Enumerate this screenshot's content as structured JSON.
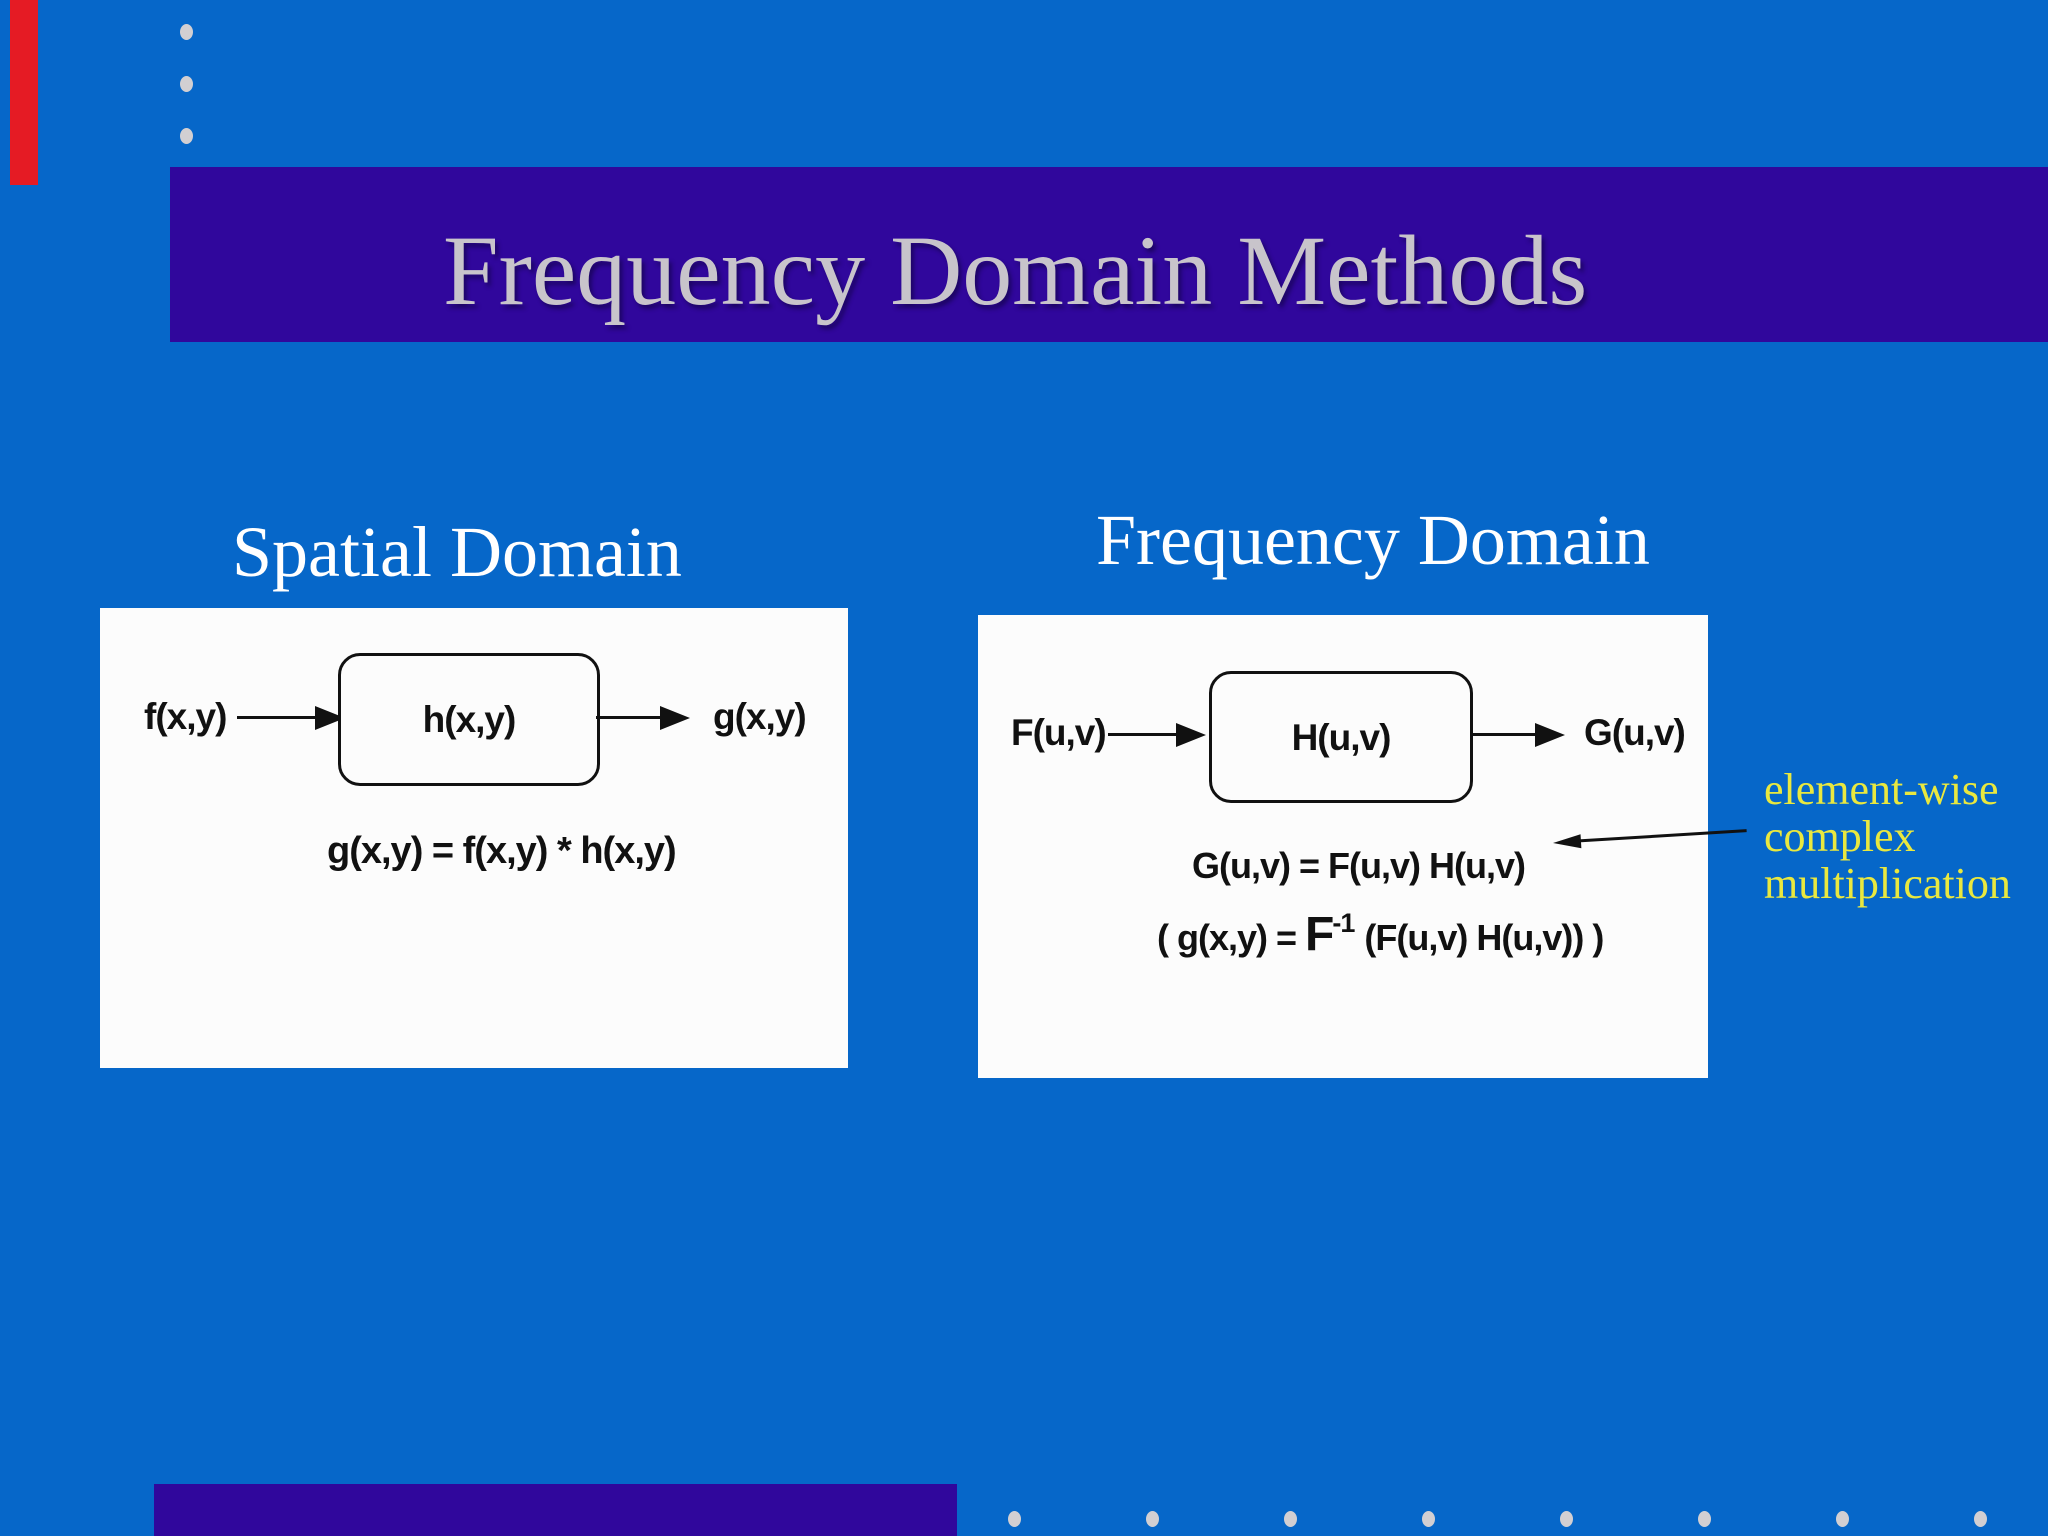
{
  "slide": {
    "title": "Frequency Domain Methods",
    "left_section": {
      "heading": "Spatial Domain",
      "diagram": {
        "input": "f(x,y)",
        "block": "h(x,y)",
        "output": "g(x,y)"
      },
      "formula": "g(x,y) = f(x,y) * h(x,y)"
    },
    "right_section": {
      "heading": "Frequency Domain",
      "diagram": {
        "input": "F(u,v)",
        "block": "H(u,v)",
        "output": "G(u,v)"
      },
      "formula_1": "G(u,v) = F(u,v) H(u,v)",
      "formula_2_prefix": "( g(x,y) = ",
      "formula_2_operator": "F",
      "formula_2_superscript": "-1",
      "formula_2_suffix": " (F(u,v) H(u,v)) )"
    },
    "annotation": {
      "line1": "element-wise",
      "line2": "complex",
      "line3": "multiplication"
    }
  },
  "decor": {
    "top_dot_count": 3,
    "bottom_dot_count": 8
  },
  "colors": {
    "background": "#0667c9",
    "title_bar": "#30079c",
    "title_text": "#c8c4cb",
    "heading_text": "#ffffff",
    "panel_background": "#fcfcfc",
    "diagram_ink": "#111111",
    "annotation_text": "#e9e83f",
    "bottom_bar": "#30079c",
    "red_strip": "#e51b24",
    "dots": "#d2cfd2"
  }
}
